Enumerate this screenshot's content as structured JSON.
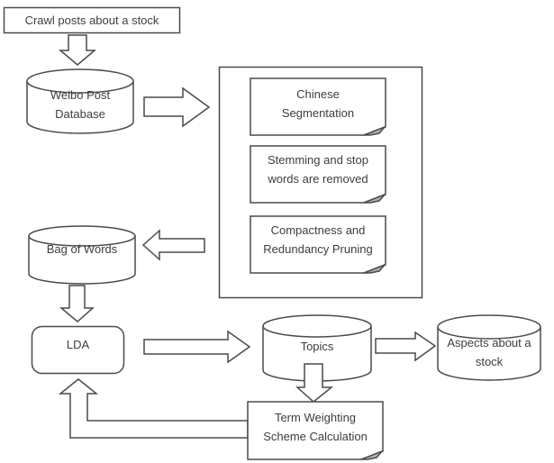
{
  "diagram": {
    "type": "flowchart",
    "title": "Weibo stock-post topic extraction pipeline",
    "nodes": {
      "crawl": {
        "label": "Crawl posts about a stock",
        "shape": "rectangle"
      },
      "weibo_db": {
        "label": "Weibo Post Database",
        "shape": "database-cylinder"
      },
      "preprocessing_group": {
        "shape": "container-rectangle",
        "steps": [
          {
            "label": "Chinese Segmentation",
            "shape": "document"
          },
          {
            "label": "Stemming and stop words are removed",
            "shape": "document"
          },
          {
            "label": "Compactness and Redundancy Pruning",
            "shape": "document"
          }
        ]
      },
      "bag_of_words": {
        "label": "Bag of Words",
        "shape": "database-cylinder"
      },
      "lda": {
        "label": "LDA",
        "shape": "rounded-rectangle"
      },
      "topics": {
        "label": "Topics",
        "shape": "database-cylinder"
      },
      "aspects": {
        "label": "Aspects about a stock",
        "shape": "database-cylinder"
      },
      "term_weighting": {
        "label": "Term Weighting Scheme Calculation",
        "shape": "document"
      }
    },
    "edges": [
      {
        "from": "crawl",
        "to": "weibo_db"
      },
      {
        "from": "weibo_db",
        "to": "preprocessing_group"
      },
      {
        "from": "preprocessing_group",
        "to": "bag_of_words"
      },
      {
        "from": "bag_of_words",
        "to": "lda"
      },
      {
        "from": "lda",
        "to": "topics"
      },
      {
        "from": "topics",
        "to": "aspects"
      },
      {
        "from": "topics",
        "to": "term_weighting"
      },
      {
        "from": "term_weighting",
        "to": "lda"
      }
    ],
    "colors": {
      "stroke": "#4a4a4a",
      "background": "#ffffff",
      "document_fold": "#b3b3b3",
      "text": "#3d3d3d"
    }
  }
}
